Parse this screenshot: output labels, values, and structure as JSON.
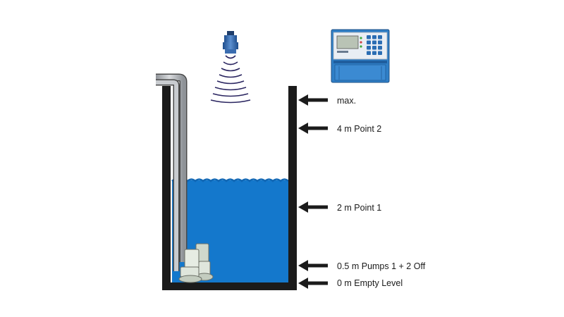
{
  "levels": [
    {
      "id": "max",
      "label": "max."
    },
    {
      "id": "point2",
      "label": "4 m Point 2"
    },
    {
      "id": "point1",
      "label": "2 m Point 1"
    },
    {
      "id": "pumps-off",
      "label": "0.5 m Pumps 1 + 2 Off"
    },
    {
      "id": "empty",
      "label": "0 m Empty Level"
    }
  ],
  "colors": {
    "water": "#1478cc",
    "water_surface": "#0f66b4",
    "tank_wall": "#1b1b1b",
    "arrow": "#1b1b1b",
    "pipe": "#b9bcc0",
    "pipe_outline": "#4a4a4a",
    "pump": "#dfe6dc",
    "controller_body": "#2f7fc7",
    "controller_panel": "#cfe2f3",
    "sensor": "#2b5fa5",
    "sound_waves": "#2a2560"
  },
  "icons": {
    "sensor": "ultrasonic-sensor-icon",
    "controller": "level-controller-icon",
    "pump": "submersible-pump-icon"
  }
}
